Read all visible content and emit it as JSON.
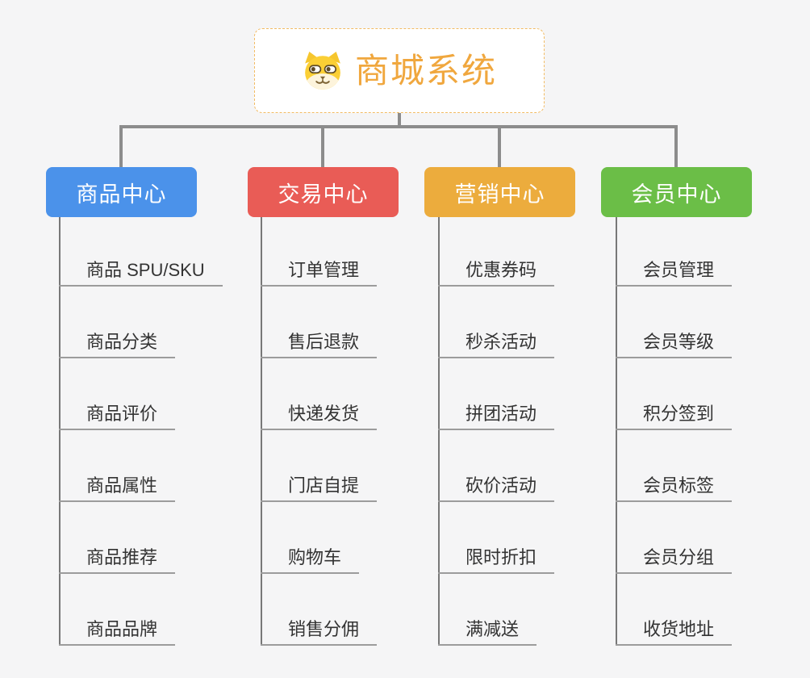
{
  "root": {
    "title": "商城系统",
    "icon": "shiba-dog-mascot",
    "accent_color": "#F0A73E",
    "border_color": "#F2BB63",
    "background": "#FFFFFF"
  },
  "connector_color": "#8C8C8C",
  "underline_color": "#9C9C9C",
  "canvas_background": "#F5F5F6",
  "branches": [
    {
      "label": "商品中心",
      "color": "#4B92EA",
      "children": [
        "商品 SPU/SKU",
        "商品分类",
        "商品评价",
        "商品属性",
        "商品推荐",
        "商品品牌"
      ]
    },
    {
      "label": "交易中心",
      "color": "#E95C56",
      "children": [
        "订单管理",
        "售后退款",
        "快递发货",
        "门店自提",
        "购物车",
        "销售分佣"
      ]
    },
    {
      "label": "营销中心",
      "color": "#ECAC3D",
      "children": [
        "优惠券码",
        "秒杀活动",
        "拼团活动",
        "砍价活动",
        "限时折扣",
        "满减送"
      ]
    },
    {
      "label": "会员中心",
      "color": "#6BBE47",
      "children": [
        "会员管理",
        "会员等级",
        "积分签到",
        "会员标签",
        "会员分组",
        "收货地址"
      ]
    }
  ]
}
